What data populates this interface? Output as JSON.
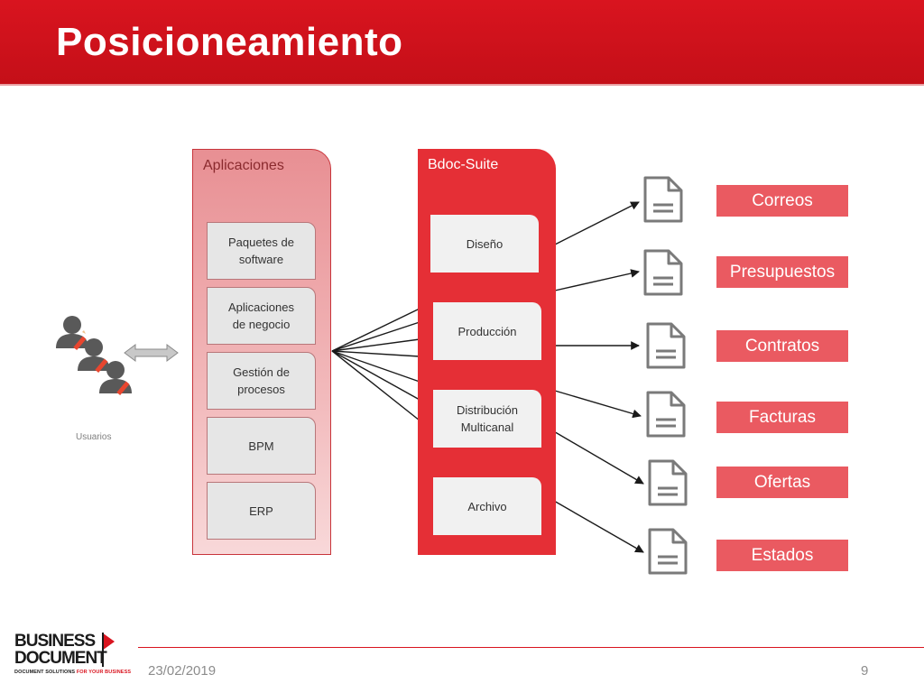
{
  "slide": {
    "title": "Posicioneamiento",
    "date": "23/02/2019",
    "page_number": "9"
  },
  "users": {
    "label": "Usuarios"
  },
  "applications": {
    "title": "Aplicaciones",
    "items": [
      {
        "line1": "Paquetes de",
        "line2": "software"
      },
      {
        "line1": "Aplicaciones",
        "line2": "de negocio"
      },
      {
        "line1": "Gestión de",
        "line2": "procesos"
      },
      {
        "line1": "BPM",
        "line2": ""
      },
      {
        "line1": "ERP",
        "line2": ""
      }
    ]
  },
  "suite": {
    "title": "Bdoc-Suite",
    "items": [
      {
        "line1": "Diseño",
        "line2": ""
      },
      {
        "line1": "Producción",
        "line2": ""
      },
      {
        "line1": "Distribución",
        "line2": "Multicanal"
      },
      {
        "line1": "Archivo",
        "line2": ""
      }
    ]
  },
  "outputs": [
    "Correos",
    "Presupuestos",
    "Contratos",
    "Facturas",
    "Ofertas",
    "Estados"
  ],
  "logo": {
    "line1": "BUSINESS",
    "line2": "DOCUMENT",
    "tagline_a": "DOCUMENT SOLUTIONS ",
    "tagline_b": "FOR YOUR BUSINESS"
  },
  "icons": {
    "users": "users-edit-icon",
    "arrow": "double-arrow-icon",
    "document": "document-icon"
  },
  "colors": {
    "header_red": "#d9141f",
    "suite_red": "#e52f36",
    "label_red": "#ea5a61",
    "apps_pink": "#f2b9bb"
  }
}
